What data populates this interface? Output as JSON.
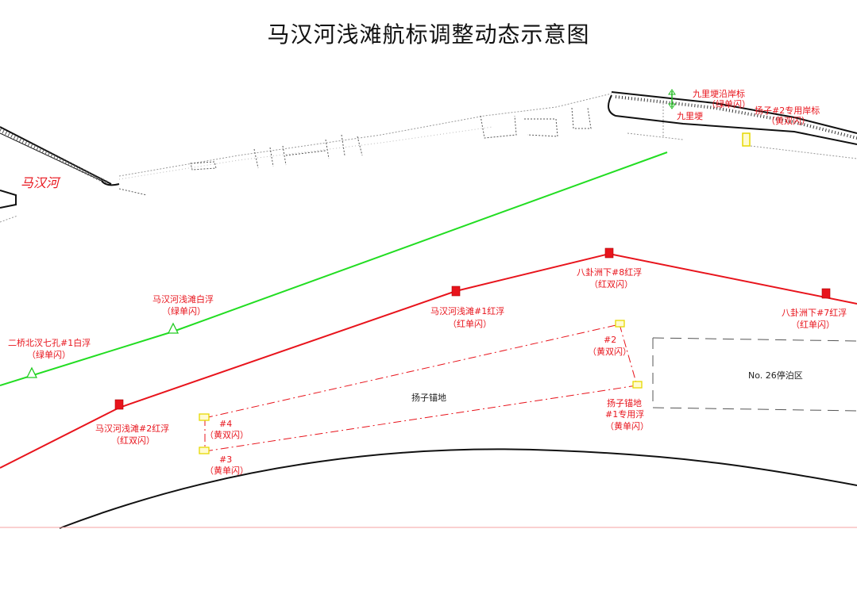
{
  "title": "马汉河浅滩航标调整动态示意图",
  "colors": {
    "red_channel": "#e8141c",
    "green_channel": "#22dd22",
    "yellow_buoy": "#e6d800",
    "bank_line": "#111111",
    "shore_dots": "#999999"
  },
  "labels": {
    "river": "马汉河",
    "jiulikeng": "九里埂",
    "jiuli_shore": {
      "name": "九里埂沿岸标",
      "light": "（绿单闪）"
    },
    "yangzi_2_shore": {
      "name": "扬子#2专用岸标",
      "light": "（黄双闪）"
    },
    "erqiao_white": {
      "name": "二桥北汊七孔#1白浮",
      "light": "（绿单闪）"
    },
    "mahan_white": {
      "name": "马汉河浅滩白浮",
      "light": "（绿单闪）"
    },
    "mahan_red2": {
      "name": "马汉河浅滩#2红浮",
      "light": "（红双闪）"
    },
    "mahan_red1": {
      "name": "马汉河浅滩#1红浮",
      "light": "（红单闪）"
    },
    "bagua_8": {
      "name": "八卦洲下#8红浮",
      "light": "（红双闪）"
    },
    "bagua_7": {
      "name": "八卦洲下#7红浮",
      "light": "（红单闪）"
    },
    "buoy_2": {
      "name": "#2",
      "light": "（黄双闪）"
    },
    "buoy_4": {
      "name": "#4",
      "light": "（黄双闪）"
    },
    "buoy_3": {
      "name": "#3",
      "light": "（黄单闪）"
    },
    "yangzi_1": {
      "name": "扬子锚地",
      "name2": "#1专用浮",
      "light": "（黄单闪）"
    },
    "anchorage": "扬子锚地",
    "berth": "No. 26停泊区"
  }
}
